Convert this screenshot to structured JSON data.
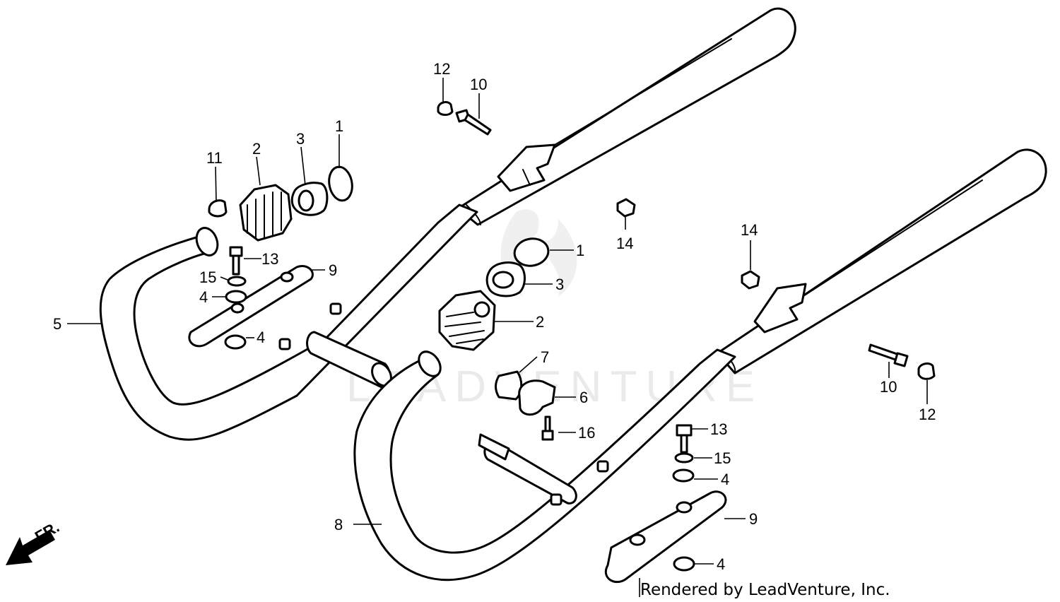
{
  "watermark": "LEADVENTURE",
  "credit": "Rendered by LeadVenture, Inc.",
  "direction_label": "FR.",
  "callouts": {
    "c1a": "1",
    "c1b": "1",
    "c2a": "2",
    "c2b": "2",
    "c3a": "3",
    "c3b": "3",
    "c4a": "4",
    "c4b": "4",
    "c4c": "4",
    "c4d": "4",
    "c5": "5",
    "c6": "6",
    "c7": "7",
    "c8": "8",
    "c9a": "9",
    "c9b": "9",
    "c10a": "10",
    "c10b": "10",
    "c11": "11",
    "c12a": "12",
    "c12b": "12",
    "c13a": "13",
    "c13b": "13",
    "c14a": "14",
    "c14b": "14",
    "c15a": "15",
    "c15b": "15",
    "c16": "16"
  }
}
